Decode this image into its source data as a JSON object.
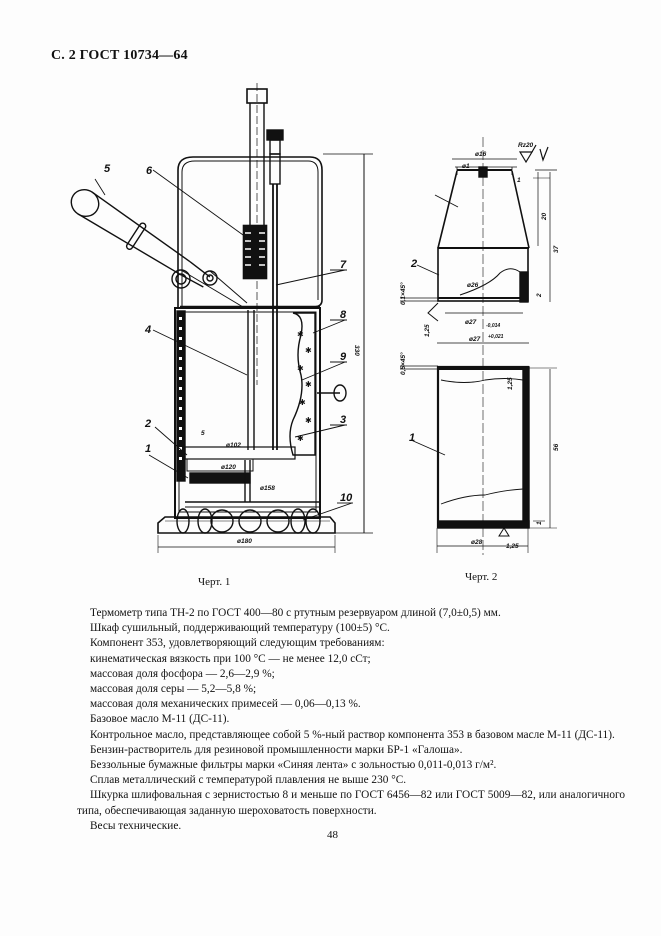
{
  "header": {
    "title": "С. 2 ГОСТ 10734—64"
  },
  "figure1": {
    "caption": "Черт. 1",
    "callouts": [
      "1",
      "2",
      "3",
      "4",
      "5",
      "6",
      "7",
      "8",
      "9",
      "10"
    ],
    "dimensions": {
      "height": "330",
      "base_diameter": "ø180",
      "inner_diameter_1": "ø158",
      "inner_diameter_2": "ø120",
      "inner_diameter_3": "ø102",
      "small_gap": "5"
    }
  },
  "figure2": {
    "caption": "Черт. 2",
    "callouts": [
      "1",
      "2"
    ],
    "roughness_mark": "Rz20",
    "roughness_note": "(√)",
    "dimensions": {
      "top_diameter": "ø16",
      "hole_diameter": "ø1",
      "thickness_top": "1",
      "cone_height": "20",
      "total_height": "37",
      "inner_diameter": "ø26",
      "outer_diameter_lower": "ø27",
      "outer_tolerance_lower": "-0,014",
      "step": "2",
      "chamfer_1": "0,1×45°",
      "roughness_1": "1,25",
      "outer_diameter_upper": "ø27",
      "outer_tolerance_upper": "+0,021",
      "chamfer_2": "0,5×45°",
      "roughness_2": "1,25",
      "cylinder_height": "56",
      "bottom_thickness": "1",
      "bottom_diameter": "ø28",
      "roughness_3": "1,25"
    }
  },
  "body": {
    "paragraphs": [
      "Термометр типа ТН-2 по ГОСТ 400—80 с ртутным резервуаром длиной (7,0±0,5) мм.",
      "Шкаф сушильный, поддерживающий температуру (100±5) °С.",
      "Компонент 353, удовлетворяющий следующим требованиям:",
      "кинематическая вязкость при 100 °С — не менее 12,0 сСт;",
      "массовая доля фосфора — 2,6—2,9 %;",
      "массовая доля серы — 5,2—5,8 %;",
      "массовая доля механических примесей — 0,06—0,13 %.",
      "Базовое масло М-11 (ДС-11).",
      "Контрольное масло, представляющее собой 5 %-ный раствор компонента 353 в базовом масле М-11 (ДС-11).",
      "Бензин-растворитель для резиновой промышленности марки БР-1 «Галоша».",
      "Беззольные бумажные фильтры марки «Синяя лента» с зольностью 0,011-0,013 г/м².",
      "Сплав металлический с температурой плавления не выше 230 °С.",
      "Шкурка шлифовальная с зернистостью 8 и меньше по ГОСТ 6456—82 или ГОСТ 5009—82, или аналогичного типа, обеспечивающая заданную шероховатость поверхности.",
      "Весы технические."
    ]
  },
  "footer": {
    "page_number": "48"
  }
}
